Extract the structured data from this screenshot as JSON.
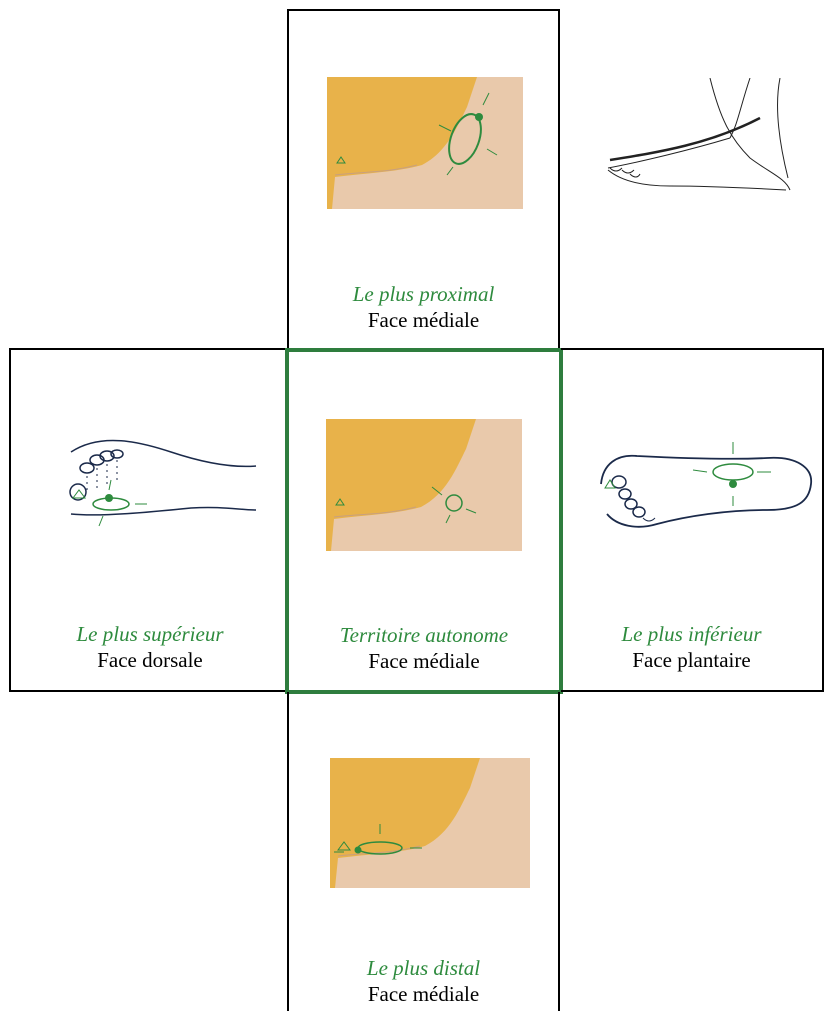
{
  "panels": {
    "top": {
      "title": "Le plus proximal",
      "subtitle": "Face médiale"
    },
    "left": {
      "title": "Le plus supérieur",
      "subtitle": "Face dorsale"
    },
    "center": {
      "title": "Territoire autonome",
      "subtitle": "Face médiale"
    },
    "right": {
      "title": "Le plus inférieur",
      "subtitle": "Face plantaire"
    },
    "bottom": {
      "title": "Le plus distal",
      "subtitle": "Face médiale"
    }
  },
  "colors": {
    "accent": "#2e8b3e",
    "frame": "#2e7d3e",
    "photo_bg": "#e8b24a",
    "skin": "#e9c9ab"
  }
}
